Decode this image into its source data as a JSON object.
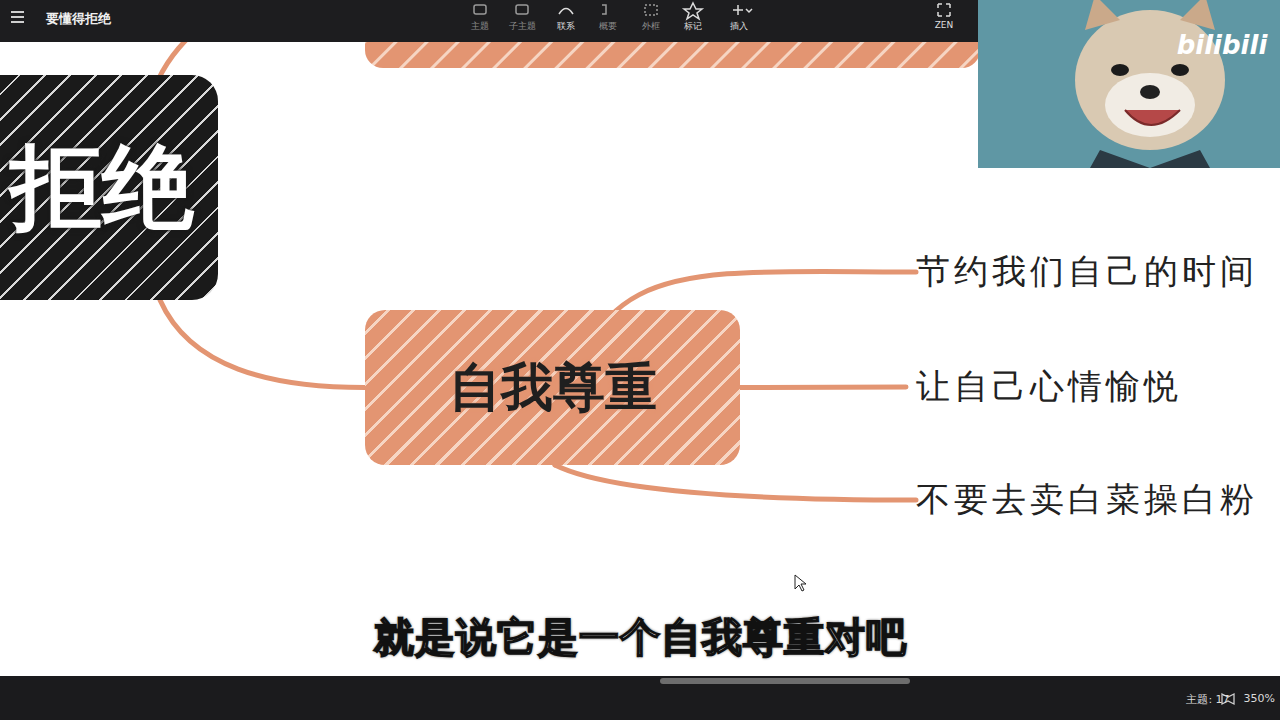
{
  "diagram": {
    "title": "要懂得拒绝",
    "nodes": [
      {
        "text": [
          "拒绝"
        ]
      },
      {
        "text": [
          "自我尊重"
        ]
      },
      {
        "text": [
          "节约我们自己的时间"
        ]
      },
      {
        "text": [
          "让自己心情愉悦"
        ]
      },
      {
        "text": [
          "不要去卖白菜操白粉"
        ]
      }
    ],
    "edges": [
      {
        "from": 0,
        "to": 1,
        "arrow": "none"
      },
      {
        "from": 1,
        "to": 2,
        "arrow": "none"
      },
      {
        "from": 1,
        "to": 3,
        "arrow": "none"
      },
      {
        "from": 1,
        "to": 4,
        "arrow": "none"
      }
    ],
    "labels": [
      "主题",
      "子主题",
      "联系",
      "概要",
      "外框",
      "标记",
      "插入",
      "ZEN",
      "bilibili",
      "就是说它是一个自我尊重对吧",
      "主题: 17",
      "350%"
    ]
  }
}
